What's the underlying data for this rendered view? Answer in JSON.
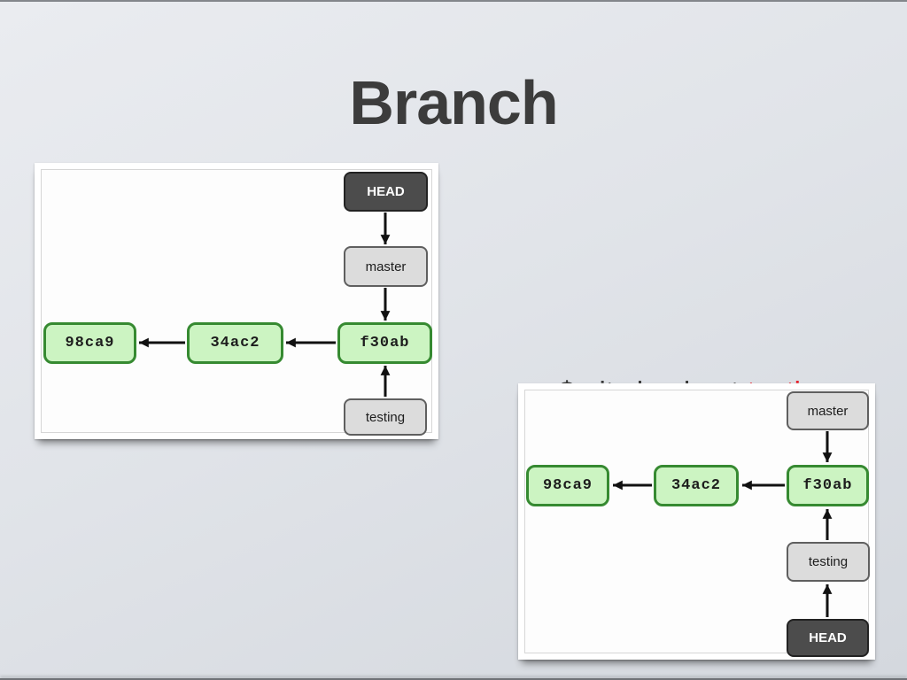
{
  "slide": {
    "title": "Branch",
    "command": {
      "prompt": "$ git checkout ",
      "argument": "testing"
    },
    "colors": {
      "background_top": "#eaecf0",
      "background_bottom": "#d4d8de",
      "title_text": "#3c3c3c",
      "command_text": "#3a3a3a",
      "command_highlight": "#e8202a",
      "commit_fill": "#ccf4c2",
      "commit_border": "#368a31",
      "branch_fill": "#dcdcdc",
      "branch_border": "#5f5f5f",
      "head_fill": "#4c4c4c",
      "head_border": "#222222",
      "arrow": "#111111",
      "card_background": "#ffffff"
    },
    "diagram_before": {
      "head_label": "HEAD",
      "master_label": "master",
      "testing_label": "testing",
      "commits": [
        "98ca9",
        "34ac2",
        "f30ab"
      ]
    },
    "diagram_after": {
      "head_label": "HEAD",
      "master_label": "master",
      "testing_label": "testing",
      "commits": [
        "98ca9",
        "34ac2",
        "f30ab"
      ]
    }
  }
}
